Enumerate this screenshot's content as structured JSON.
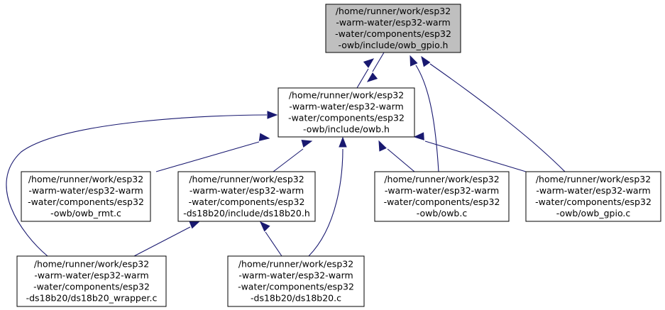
{
  "graph": {
    "colors": {
      "edge": "#191970",
      "highlighted_fill": "#bfbfbf",
      "node_fill": "#ffffff",
      "node_border": "#000000"
    },
    "nodes": [
      {
        "id": "owb_gpio_h",
        "highlighted": true,
        "lines": [
          "/home/runner/work/esp32",
          "-warm-water/esp32-warm",
          "-water/components/esp32",
          "-owb/include/owb_gpio.h"
        ]
      },
      {
        "id": "owb_h",
        "highlighted": false,
        "lines": [
          "/home/runner/work/esp32",
          "-warm-water/esp32-warm",
          "-water/components/esp32",
          "-owb/include/owb.h"
        ]
      },
      {
        "id": "owb_rmt_c",
        "highlighted": false,
        "lines": [
          "/home/runner/work/esp32",
          "-warm-water/esp32-warm",
          "-water/components/esp32",
          "-owb/owb_rmt.c"
        ]
      },
      {
        "id": "ds18b20_h",
        "highlighted": false,
        "lines": [
          "/home/runner/work/esp32",
          "-warm-water/esp32-warm",
          "-water/components/esp32",
          "-ds18b20/include/ds18b20.h"
        ]
      },
      {
        "id": "owb_c",
        "highlighted": false,
        "lines": [
          "/home/runner/work/esp32",
          "-warm-water/esp32-warm",
          "-water/components/esp32",
          "-owb/owb.c"
        ]
      },
      {
        "id": "owb_gpio_c",
        "highlighted": false,
        "lines": [
          "/home/runner/work/esp32",
          "-warm-water/esp32-warm",
          "-water/components/esp32",
          "-owb/owb_gpio.c"
        ]
      },
      {
        "id": "ds18b20_wrapper_c",
        "highlighted": false,
        "lines": [
          "/home/runner/work/esp32",
          "-warm-water/esp32-warm",
          "-water/components/esp32",
          "-ds18b20/ds18b20_wrapper.c"
        ]
      },
      {
        "id": "ds18b20_c",
        "highlighted": false,
        "lines": [
          "/home/runner/work/esp32",
          "-warm-water/esp32-warm",
          "-water/components/esp32",
          "-ds18b20/ds18b20.c"
        ]
      }
    ],
    "edges": [
      {
        "from": "owb_h",
        "to": "owb_gpio_h"
      },
      {
        "from": "owb_gpio_h",
        "to": "owb_h"
      },
      {
        "from": "owb_c",
        "to": "owb_gpio_h"
      },
      {
        "from": "owb_gpio_c",
        "to": "owb_gpio_h"
      },
      {
        "from": "owb_rmt_c",
        "to": "owb_h"
      },
      {
        "from": "ds18b20_h",
        "to": "owb_h"
      },
      {
        "from": "owb_c",
        "to": "owb_h"
      },
      {
        "from": "owb_gpio_c",
        "to": "owb_h"
      },
      {
        "from": "ds18b20_wrapper_c",
        "to": "owb_h"
      },
      {
        "from": "ds18b20_c",
        "to": "owb_h"
      },
      {
        "from": "ds18b20_wrapper_c",
        "to": "ds18b20_h"
      },
      {
        "from": "ds18b20_c",
        "to": "ds18b20_h"
      }
    ]
  }
}
